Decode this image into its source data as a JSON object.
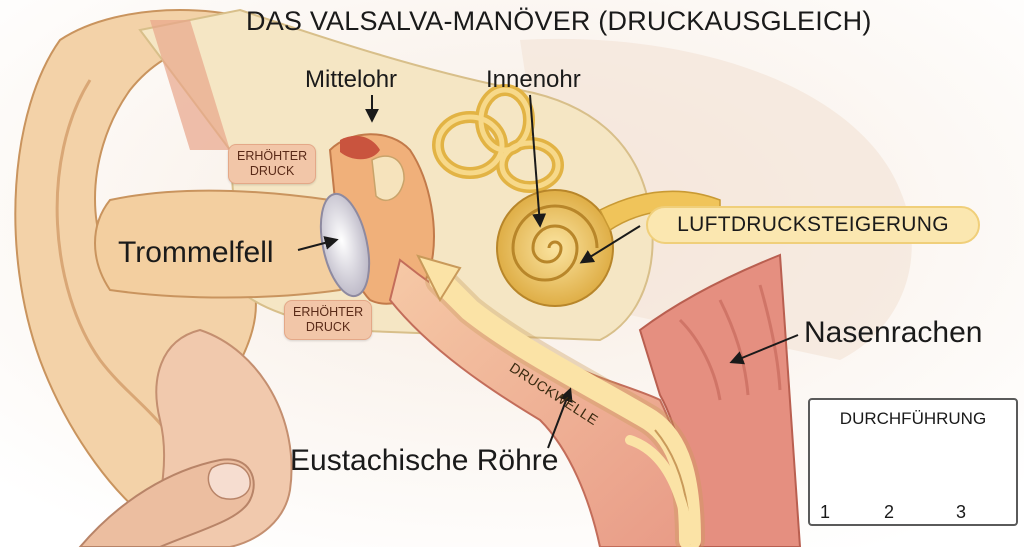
{
  "title": "DAS VALSALVA-MANÖVER (DRUCKAUSGLEICH)",
  "labels": {
    "mittelohr": "Mittelohr",
    "innenohr": "Innenohr",
    "trommelfell": "Trommelfell",
    "nasenrachen": "Nasenrachen",
    "eustachische_roehre": "Eustachische Röhre",
    "luftdruck": "LUFTDRUCKSTEIGERUNG",
    "druckwelle": "DRUCKWELLE"
  },
  "pressure_badges": [
    {
      "line1": "ERHÖHTER",
      "line2": "DRUCK"
    },
    {
      "line1": "ERHÖHTER",
      "line2": "DRUCK"
    }
  ],
  "inset": {
    "title": "DURCHFÜHRUNG",
    "steps": [
      "1",
      "2",
      "3"
    ]
  },
  "colors": {
    "skin": "#f3d7b8",
    "bone": "#f5e6c4",
    "cochlea": "#f0c45a",
    "tissue": "#e8958a",
    "arrow": "#fbe3a6",
    "badge": "#f2c6a8"
  }
}
